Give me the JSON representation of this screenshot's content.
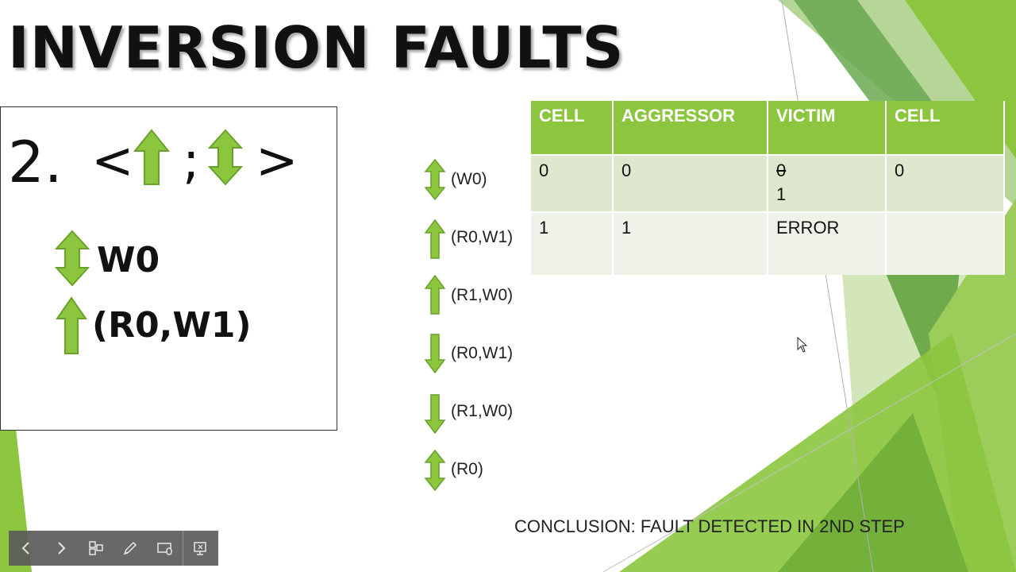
{
  "slide": {
    "title": "INVERSION FAULTS",
    "sequence": {
      "number": "2.",
      "open": "<",
      "sep": ";",
      "close": ">"
    },
    "box_lines": [
      "W0",
      "(R0,W1)"
    ],
    "operations": [
      "(W0)",
      "(R0,W1)",
      "(R1,W0)",
      "(R0,W1)",
      "(R1,W0)",
      "(R0)"
    ],
    "operation_icons": [
      "up-down-arrow-icon",
      "up-arrow-icon",
      "up-arrow-icon",
      "down-arrow-icon",
      "down-arrow-icon",
      "up-down-arrow-icon"
    ],
    "table": {
      "headers": [
        "CELL",
        "AGGRESSOR",
        "VICTIM",
        "CELL"
      ],
      "rows": [
        [
          "0",
          "0",
          "0",
          "1",
          "0"
        ],
        [
          "1",
          "1",
          "ERROR",
          "",
          ""
        ]
      ]
    },
    "conclusion": "CONCLUSION: FAULT DETECTED IN 2ND STEP"
  },
  "colors": {
    "accent": "#8cc63f",
    "accent_dark": "#6aa12a",
    "header_text": "#ffffff"
  },
  "toolbar": {
    "buttons": [
      "previous-icon",
      "next-icon",
      "slides-icon",
      "pen-icon",
      "subtitles-icon",
      "presenter-view-icon"
    ]
  }
}
